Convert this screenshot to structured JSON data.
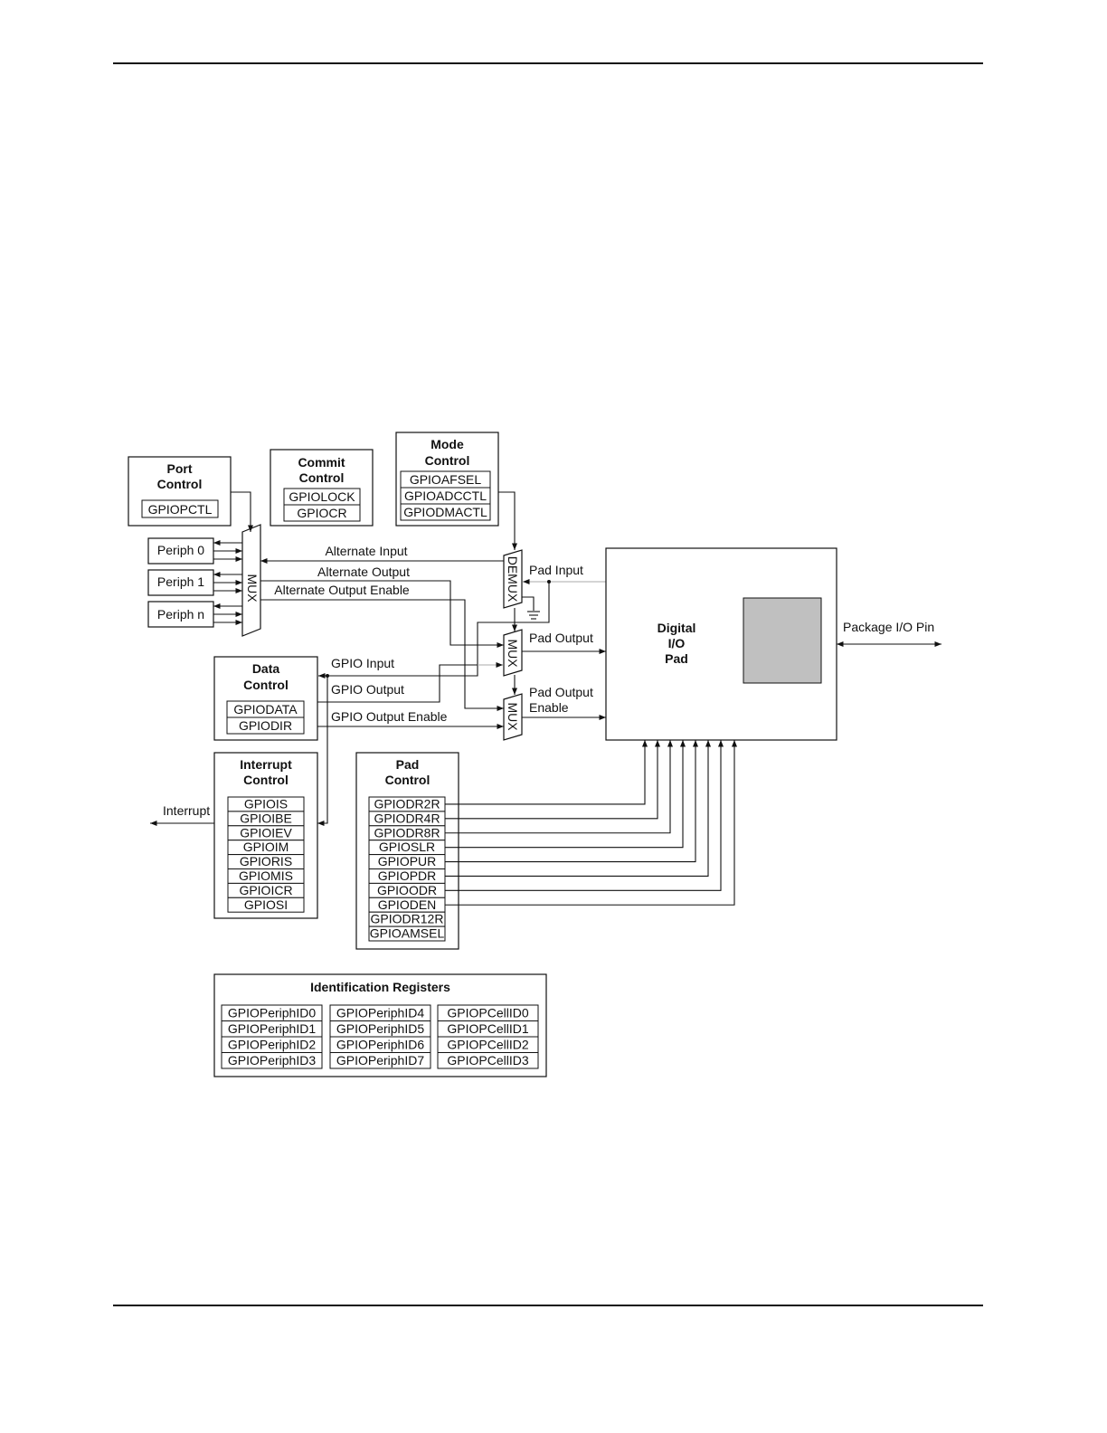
{
  "port_control": {
    "title_line1": "Port",
    "title_line2": "Control",
    "register": "GPIOPCTL"
  },
  "commit_control": {
    "title_line1": "Commit",
    "title_line2": "Control",
    "registers": [
      "GPIOLOCK",
      "GPIOCR"
    ]
  },
  "mode_control": {
    "title_line1": "Mode",
    "title_line2": "Control",
    "registers": [
      "GPIOAFSEL",
      "GPIOADCCTL",
      "GPIODMACTL"
    ]
  },
  "peripherals": [
    "Periph 0",
    "Periph 1",
    "Periph n"
  ],
  "mux_label": "MUX",
  "demux_label": "DEMUX",
  "signals": {
    "alternate_input": "Alternate Input",
    "alternate_output": "Alternate Output",
    "alternate_output_enable": "Alternate Output Enable",
    "pad_input": "Pad Input",
    "pad_output": "Pad Output",
    "pad_output_enable_line1": "Pad Output",
    "pad_output_enable_line2": "Enable",
    "gpio_input": "GPIO Input",
    "gpio_output": "GPIO Output",
    "gpio_output_enable": "GPIO Output Enable",
    "interrupt": "Interrupt",
    "package_pin": "Package I/O Pin"
  },
  "digital_pad": {
    "line1": "Digital",
    "line2": "I/O",
    "line3": "Pad"
  },
  "data_control": {
    "title_line1": "Data",
    "title_line2": "Control",
    "registers": [
      "GPIODATA",
      "GPIODIR"
    ]
  },
  "interrupt_control": {
    "title_line1": "Interrupt",
    "title_line2": "Control",
    "registers": [
      "GPIOIS",
      "GPIOIBE",
      "GPIOIEV",
      "GPIOIM",
      "GPIORIS",
      "GPIOMIS",
      "GPIOICR",
      "GPIOSI"
    ]
  },
  "pad_control": {
    "title_line1": "Pad",
    "title_line2": "Control",
    "registers": [
      "GPIODR2R",
      "GPIODR4R",
      "GPIODR8R",
      "GPIOSLR",
      "GPIOPUR",
      "GPIOPDR",
      "GPIOODR",
      "GPIODEN",
      "GPIODR12R",
      "GPIOAMSEL"
    ]
  },
  "identification": {
    "title": "Identification Registers",
    "columns": [
      [
        "GPIOPeriphID0",
        "GPIOPeriphID1",
        "GPIOPeriphID2",
        "GPIOPeriphID3"
      ],
      [
        "GPIOPeriphID4",
        "GPIOPeriphID5",
        "GPIOPeriphID6",
        "GPIOPeriphID7"
      ],
      [
        "GPIOPCellID0",
        "GPIOPCellID1",
        "GPIOPCellID2",
        "GPIOPCellID3"
      ]
    ]
  }
}
